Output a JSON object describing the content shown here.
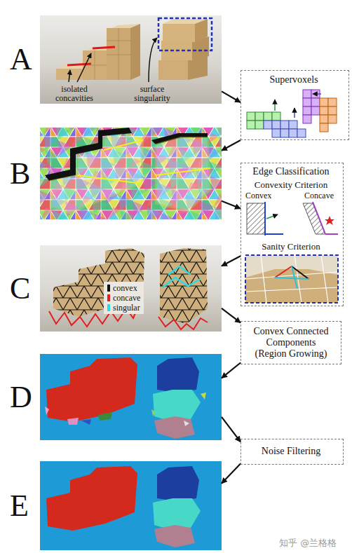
{
  "diagram": {
    "nodes": [
      {
        "text": [
          "A",
          "isolated concavities",
          "surface singularity"
        ]
      },
      {
        "text": [
          "Supervoxels"
        ]
      },
      {
        "text": [
          "B"
        ]
      },
      {
        "text": [
          "Edge Classification",
          "Convexity Criterion",
          "Convex",
          "Concave",
          "Sanity Criterion"
        ]
      },
      {
        "text": [
          "C"
        ]
      },
      {
        "text": [
          "Convex Connected Components (Region Growing)"
        ]
      },
      {
        "text": [
          "D"
        ]
      },
      {
        "text": [
          "Noise Filtering"
        ]
      },
      {
        "text": [
          "E"
        ]
      }
    ],
    "edges": [
      {
        "from": 0,
        "to": 1,
        "arrow": "to"
      },
      {
        "from": 1,
        "to": 2,
        "arrow": "to"
      },
      {
        "from": 2,
        "to": 3,
        "arrow": "to"
      },
      {
        "from": 3,
        "to": 4,
        "arrow": "to"
      },
      {
        "from": 4,
        "to": 5,
        "arrow": "to"
      },
      {
        "from": 5,
        "to": 6,
        "arrow": "to"
      },
      {
        "from": 6,
        "to": 7,
        "arrow": "to"
      },
      {
        "from": 7,
        "to": 8,
        "arrow": "to"
      }
    ],
    "labels": [
      "知乎 @兰格格"
    ],
    "legend": [
      {
        "text": "convex",
        "color": "#111111"
      },
      {
        "text": "concave",
        "color": "#e02020"
      },
      {
        "text": "singular",
        "color": "#30d8e0"
      }
    ]
  }
}
